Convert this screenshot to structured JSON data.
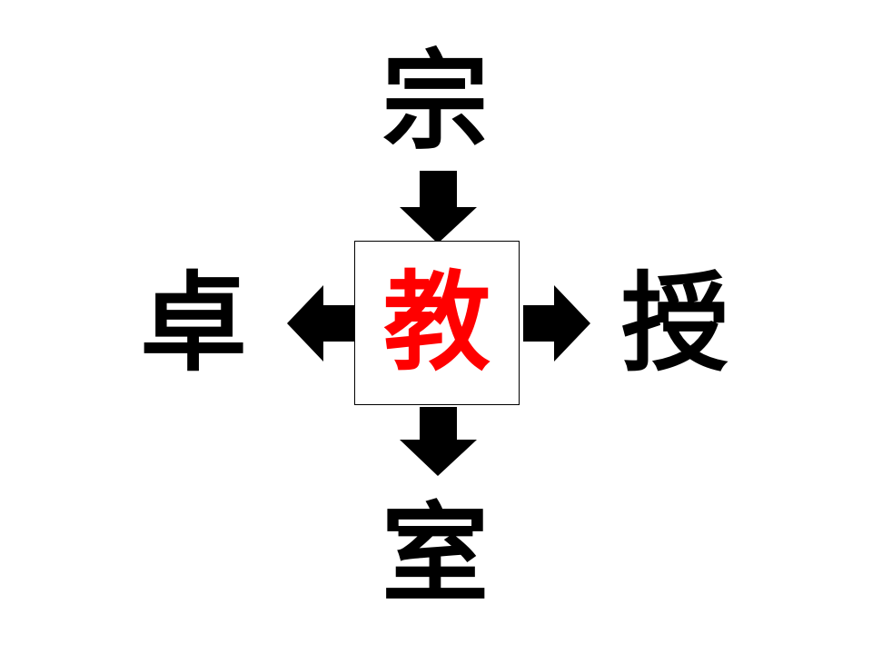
{
  "puzzle": {
    "top": "宗",
    "left": "卓",
    "right": "授",
    "bottom": "室",
    "center": "教"
  },
  "icons": {
    "arrow_in_top": "arrow-down-icon",
    "arrow_out_left": "arrow-left-icon",
    "arrow_out_right": "arrow-right-icon",
    "arrow_out_bottom": "arrow-down-icon"
  },
  "colors": {
    "center_text": "#ff0000",
    "outer_text": "#000000",
    "arrow": "#000000"
  }
}
